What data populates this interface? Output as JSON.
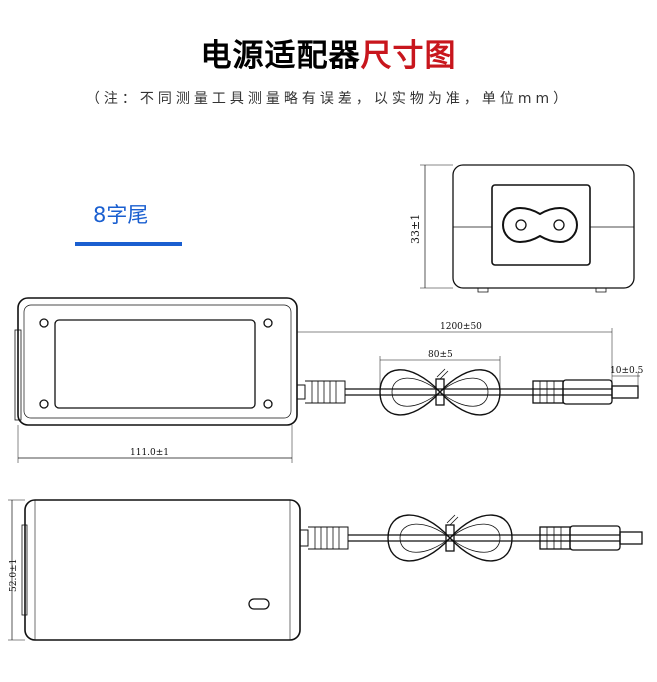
{
  "title": {
    "black": "电源适配器",
    "red": "尺寸图"
  },
  "note": "（注：不同测量工具测量略有误差，以实物为准，单位mm）",
  "tag": "8字尾",
  "dimensions": {
    "height": "33±1",
    "length": "111.0±1",
    "cable": "1200±50",
    "loop": "80±5",
    "plug": "10±0.5",
    "width": "52.0±1"
  },
  "colors": {
    "accent": "#1a5fd0",
    "red": "#c8161d"
  }
}
